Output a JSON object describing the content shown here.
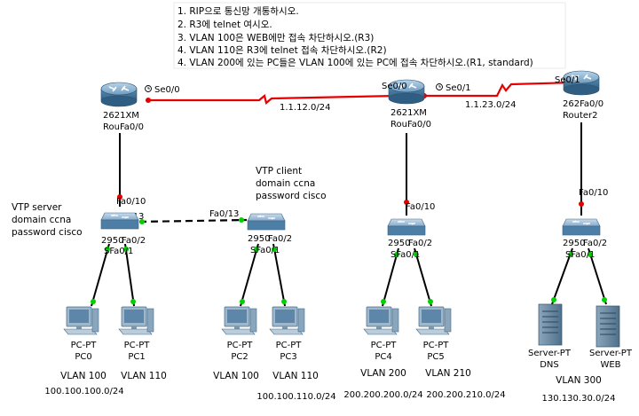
{
  "instructions": [
    "1. RIP으로 통신망 개통하시오.",
    "2. R3에 telnet 여시오.",
    "3. VLAN 100은 WEB에만 접속 차단하시오.(R3)",
    "4. VLAN 110은 R3에 telnet 접속 차단하시오.(R2)",
    "4. VLAN 200에 있는 PC들은 VLAN 100에 있는 PC에 접속 차단하시오.(R1, standard)"
  ],
  "routers": {
    "r1": {
      "model": "2621XM",
      "name": "RouFa0/0"
    },
    "r3": {
      "model": "2621XM",
      "name": "RouFa0/0"
    },
    "r2": {
      "model": "262Fa0/0",
      "name": "Router2"
    }
  },
  "serial_ports": {
    "r1_se": "Se0/0",
    "r3_se00": "Se0/0",
    "r3_se01": "Se0/1",
    "r2_se": "Se0/1"
  },
  "networks": {
    "left_serial": "1.1.12.0/24",
    "right_serial": "1.1.23.0/24"
  },
  "switch_ports": {
    "sw1_up": "Fa0/10",
    "sw1_trunk": "Fa0/13",
    "sw2_trunk": "Fa0/13",
    "sw3_up": "Fa0/10",
    "sw4_up": "Fa0/10"
  },
  "switches": {
    "sw1": {
      "model": "2950",
      "fa02": "Fa0/2",
      "fa01": "SFa0/1"
    },
    "sw2": {
      "model": "2950",
      "fa02": "Fa0/2",
      "fa01": "SFa0/1"
    },
    "sw3": {
      "model": "2950",
      "fa02": "Fa0/2",
      "fa01": "SFa0/1"
    },
    "sw4": {
      "model": "2950",
      "fa02": "Fa0/2",
      "fa01": "SFa0/1"
    }
  },
  "vtp_server": [
    "VTP server",
    "domain ccna",
    "password cisco"
  ],
  "vtp_client": [
    "VTP client",
    "domain ccna",
    "password cisco"
  ],
  "pcs": [
    {
      "type": "PC-PT",
      "name": "PC0",
      "vlan": "VLAN 100"
    },
    {
      "type": "PC-PT",
      "name": "PC1",
      "vlan": "VLAN 110"
    },
    {
      "type": "PC-PT",
      "name": "PC2",
      "vlan": "VLAN 100"
    },
    {
      "type": "PC-PT",
      "name": "PC3",
      "vlan": "VLAN 110"
    },
    {
      "type": "PC-PT",
      "name": "PC4",
      "vlan": "VLAN 200"
    },
    {
      "type": "PC-PT",
      "name": "PC5",
      "vlan": "VLAN 210"
    }
  ],
  "servers": [
    {
      "type": "Server-PT",
      "name": "DNS"
    },
    {
      "type": "Server-PT",
      "name": "WEB"
    }
  ],
  "server_vlan": "VLAN 300",
  "subnets": {
    "s1": "100.100.100.0/24",
    "s2": "100.100.110.0/24",
    "s3": "200.200.200.0/24",
    "s4": "200.200.210.0/24",
    "s5": "130.130.30.0/24"
  },
  "colors": {
    "serial_link": "#e60000",
    "ethernet_link": "#000000",
    "link_up": "#00d000",
    "link_down": "#e00000",
    "router_body": "#5a8fb5",
    "switch_body": "#6d9dc4",
    "pc_monitor": "#7b9fbd",
    "server_body": "#6f8fa8"
  }
}
